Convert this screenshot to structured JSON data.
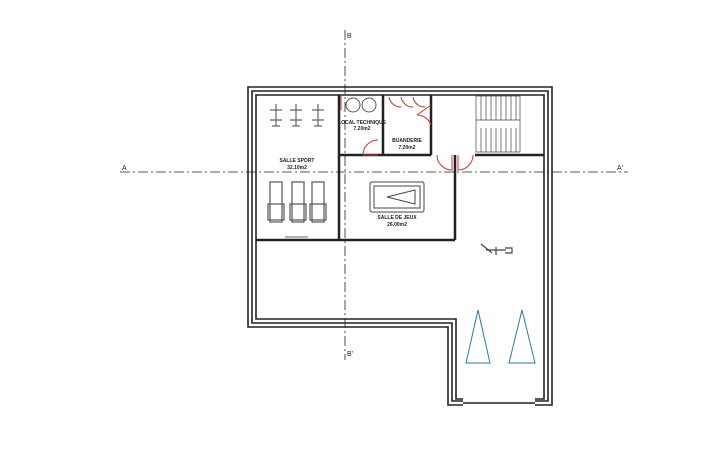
{
  "sections": {
    "a_left": "A",
    "a_right": "A'",
    "b_top": "B",
    "b_bottom": "B'"
  },
  "rooms": [
    {
      "name": "SALLE SPORT",
      "area": "32.10m2"
    },
    {
      "name": "LOCAL TECHNIQUE",
      "area": "7.20m2"
    },
    {
      "name": "BUANDERIE",
      "area": "7.20m2"
    },
    {
      "name": "SALLE DE JEUX",
      "area": "26.00m2"
    }
  ],
  "colors": {
    "walls": "#222222",
    "doors": "#c0392b",
    "parking": "#2b7a9e"
  }
}
